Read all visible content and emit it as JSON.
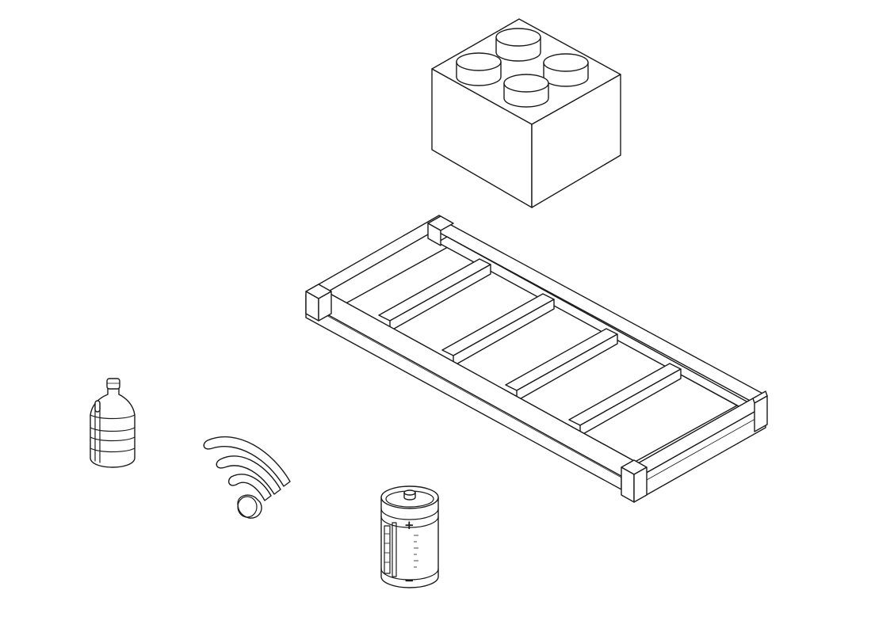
{
  "scene": {
    "background": "#ffffff",
    "line_color": "#1a1a1a",
    "objects": [
      {
        "id": "toy-brick",
        "icon": "brick-icon"
      },
      {
        "id": "ladder-frame",
        "icon": "frame-icon"
      },
      {
        "id": "water-bottle",
        "icon": "bottle-icon"
      },
      {
        "id": "wifi-symbol",
        "icon": "wifi-icon"
      },
      {
        "id": "battery",
        "icon": "battery-icon"
      }
    ]
  },
  "battery": {
    "plus_sign": "+",
    "minus_sign": "−"
  }
}
